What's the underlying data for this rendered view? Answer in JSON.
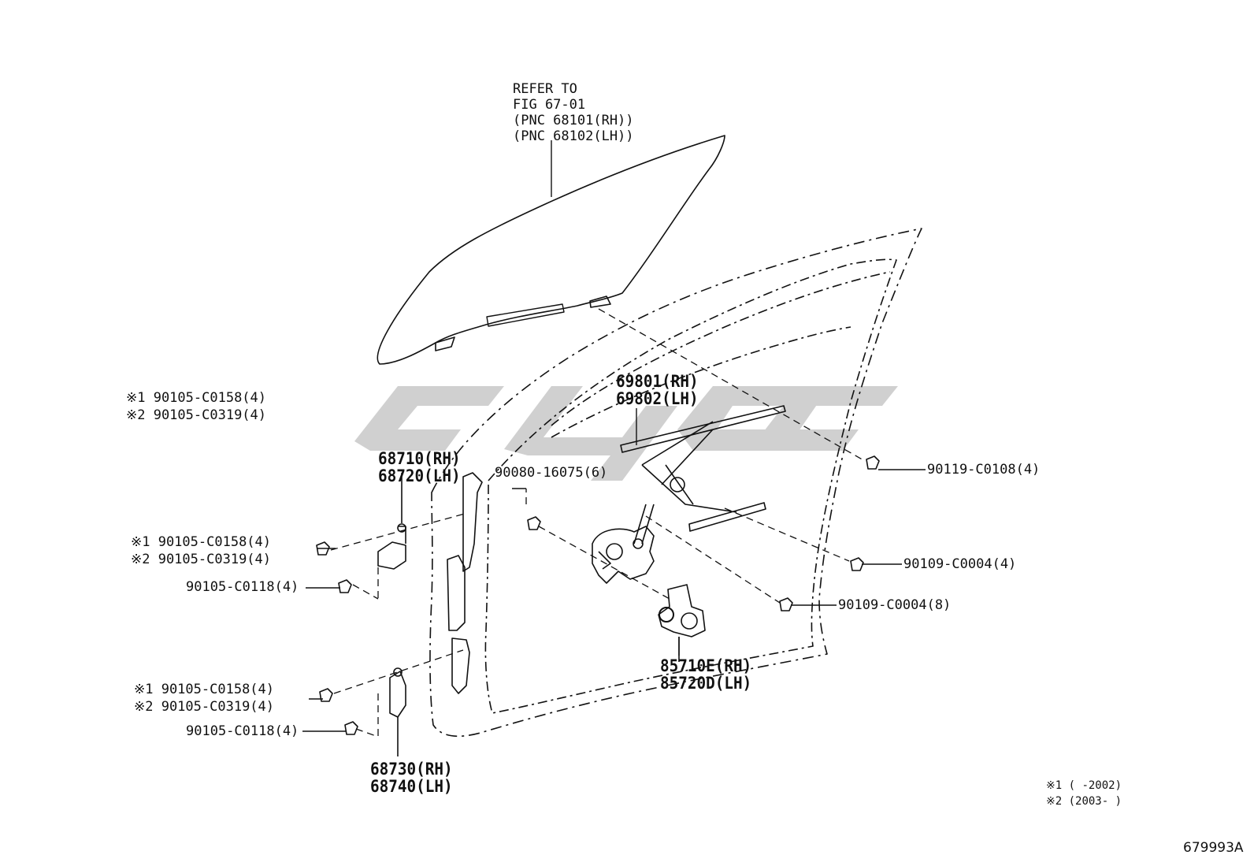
{
  "callouts": {
    "glass_ref": [
      "REFER TO",
      "FIG 67-01",
      "(PNC 68101(RH))",
      "(PNC 68102(LH))"
    ],
    "regulator_rh": "69801(RH)",
    "regulator_lh": "69802(LH)",
    "hinge_upper_rh": "68710(RH)",
    "hinge_upper_lh": "68720(LH)",
    "hinge_lower_rh": "68730(RH)",
    "hinge_lower_lh": "68740(LH)",
    "motor_rh": "85710E(RH)",
    "motor_lh": "85720D(LH)",
    "bolt_regulator_top": "90119-C0108(4)",
    "bolt_regulator_lower": "90109-C0004(4)",
    "bolt_motor": "90109-C0004(8)",
    "bolt_center": "90080-16075(6)",
    "top_left_note1": "※1 90105-C0158(4)",
    "top_left_note2": "※2 90105-C0319(4)",
    "upper_hinge_bolt1": "※1 90105-C0158(4)",
    "upper_hinge_bolt2": "※2 90105-C0319(4)",
    "upper_hinge_bolt3": "90105-C0118(4)",
    "lower_hinge_bolt1": "※1 90105-C0158(4)",
    "lower_hinge_bolt2": "※2 90105-C0319(4)",
    "lower_hinge_bolt3": "90105-C0118(4)"
  },
  "legend": {
    "note1": "※1 (      -2002)",
    "note2": "※2 (2003-      )"
  },
  "figure_id": "679993A",
  "watermark_color": "#d0d0d0"
}
